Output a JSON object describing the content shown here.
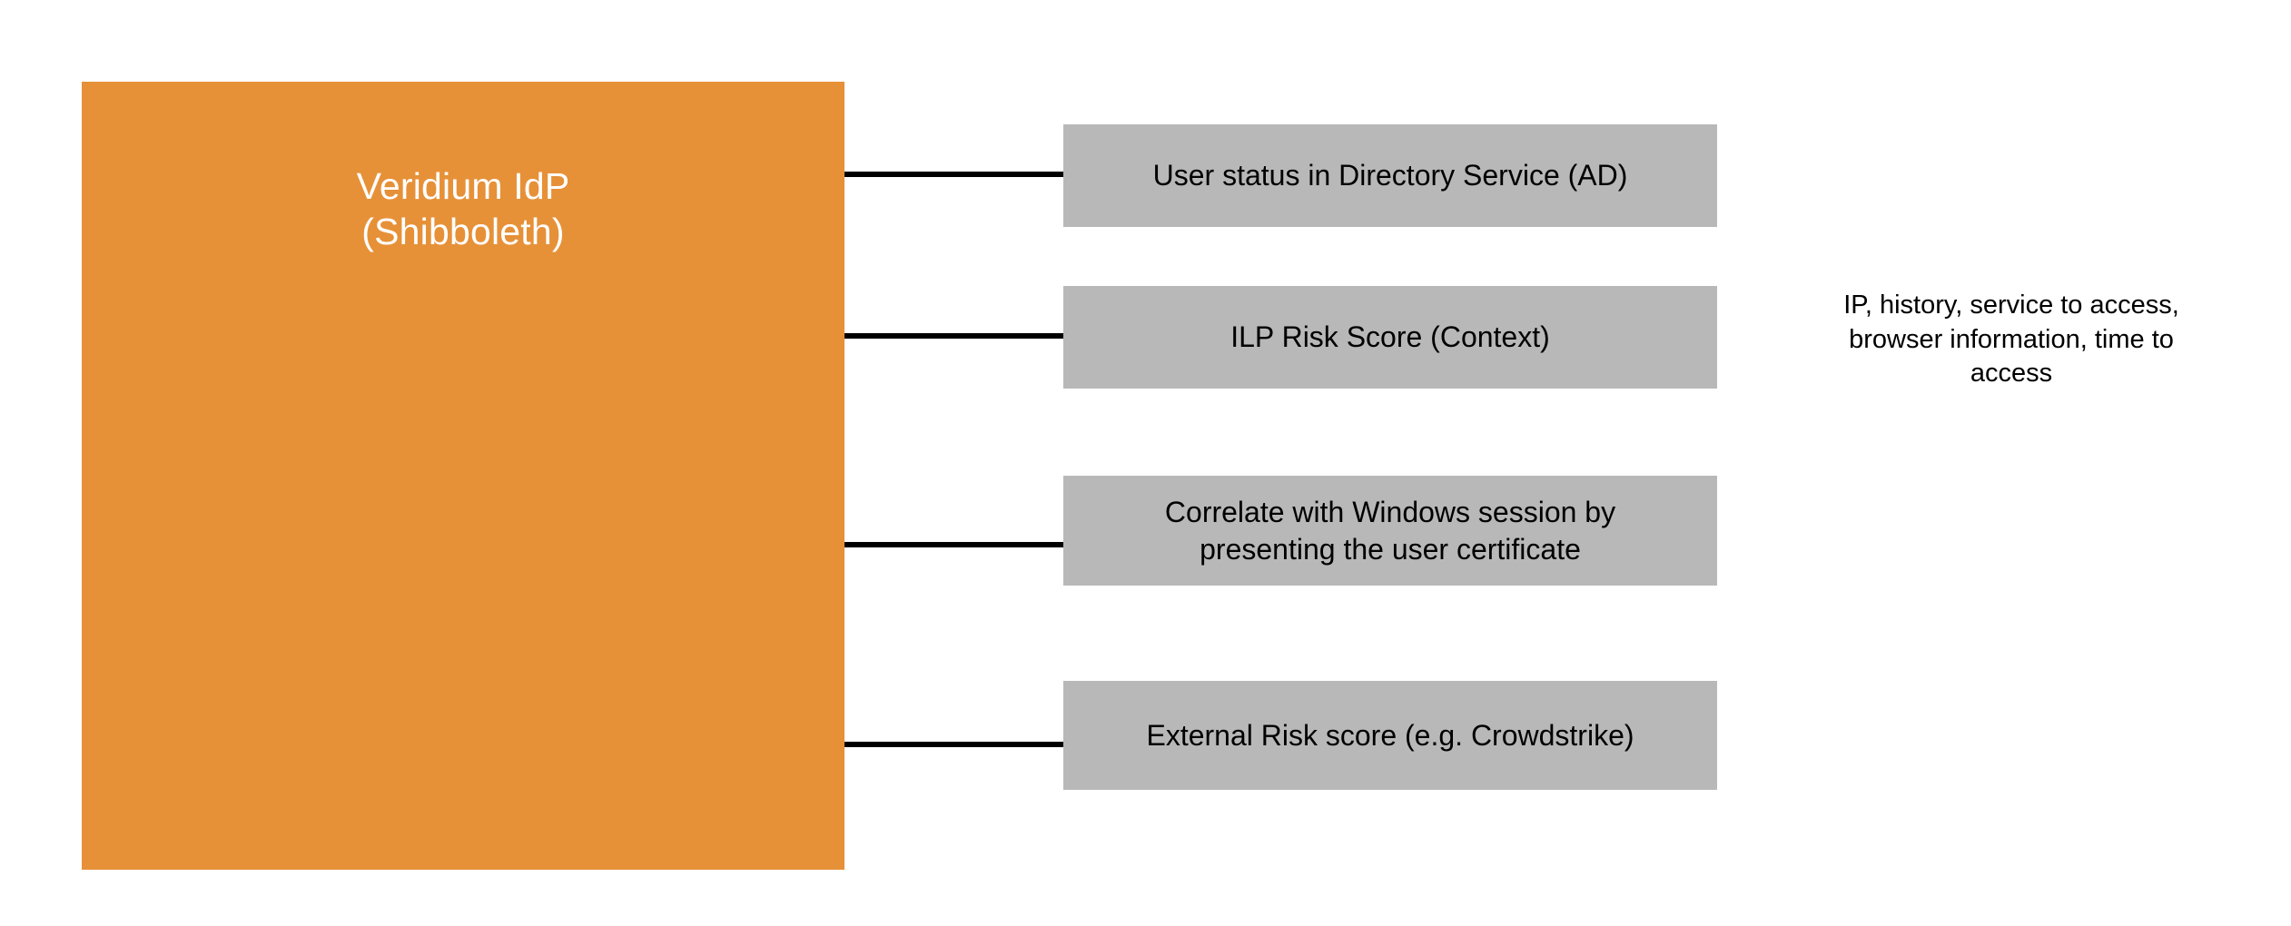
{
  "diagram": {
    "background_color": "#ffffff",
    "main_node": {
      "label": "Veridium IdP\n(Shibboleth)",
      "fill_color": "#e69138",
      "text_color": "#ffffff"
    },
    "attribute_nodes": [
      {
        "label": "User status in Directory Service (AD)",
        "fill_color": "#b8b8b8",
        "text_color": "#000000"
      },
      {
        "label": "ILP Risk Score (Context)",
        "fill_color": "#b8b8b8",
        "text_color": "#000000"
      },
      {
        "label": "Correlate with Windows session by\npresenting the user certificate",
        "fill_color": "#b8b8b8",
        "text_color": "#000000"
      },
      {
        "label": "External Risk score (e.g. Crowdstrike)",
        "fill_color": "#b8b8b8",
        "text_color": "#000000"
      }
    ],
    "connectors": {
      "color": "#000000",
      "count": 4
    },
    "annotation": {
      "text": "IP, history, service to access,\nbrowser information, time to\naccess",
      "text_color": "#000000"
    }
  }
}
